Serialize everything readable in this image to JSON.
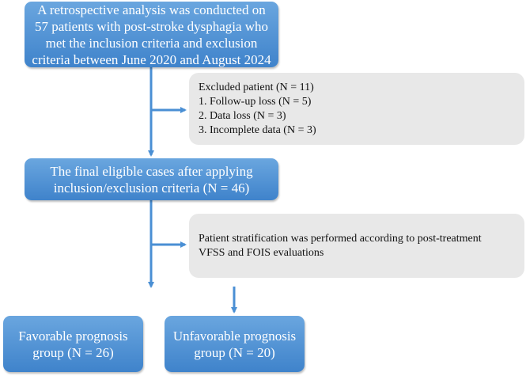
{
  "nodes": {
    "start": {
      "lines": [
        "A retrospective analysis was conducted on",
        "57 patients with post-stroke dysphagia who",
        "met the inclusion criteria and exclusion",
        "criteria between June 2020 and August 2024"
      ]
    },
    "excluded": {
      "lines": [
        "Excluded patient (N = 11)",
        "1. Follow-up loss (N = 5)",
        "2. Data loss (N = 3)",
        "3. Incomplete data (N = 3)"
      ]
    },
    "eligible": {
      "lines": [
        "The final eligible cases after applying",
        "inclusion/exclusion criteria (N = 46)"
      ]
    },
    "stratification": {
      "lines": [
        "Patient stratification was performed according to post-treatment",
        "VFSS and FOIS evaluations"
      ]
    },
    "favorable": {
      "lines": [
        "Favorable prognosis",
        "group (N = 26)"
      ]
    },
    "unfavorable": {
      "lines": [
        "Unfavorable prognosis",
        "group (N = 20)"
      ]
    }
  },
  "colors": {
    "box_fill": "#4a8fd4",
    "arrow": "#4a8fd4",
    "side_box_fill": "#e8e8e8"
  }
}
